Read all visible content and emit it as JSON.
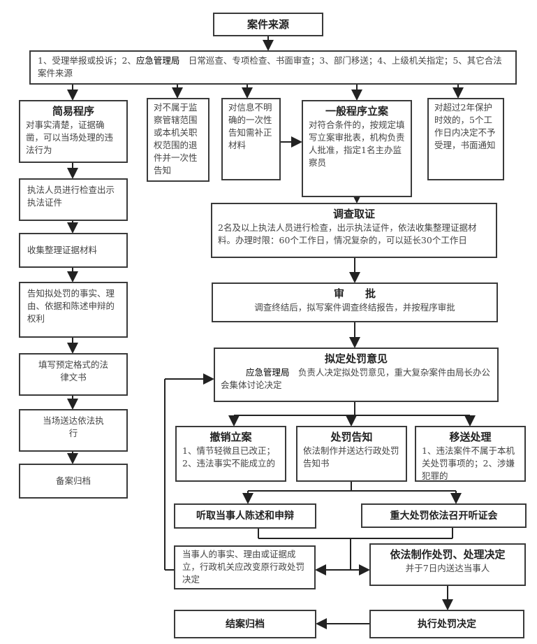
{
  "title": "案件来源",
  "sources": {
    "pre": "1、受理举报或投诉；2、",
    "agency": "应急管理局",
    "post": "　日常巡查、专项检查、书面审查；3、部门移送；4、上级机关指定；5、其它合法案件来源"
  },
  "simple": {
    "title": "简易程序",
    "text": "对事实清楚，证据确凿，可以当场处理的违法行为"
  },
  "simple_steps": [
    "执法人员进行检查出示执法证件",
    "收集整理证据材料",
    "告知拟处罚的事实、理由、依据和陈述申辩的权利",
    "填写预定格式的法律文书",
    "当场送达依法执行",
    "备案归档"
  ],
  "notice_out_of_scope": "对不属于监察管辖范围或本机关职权范围的退件并一次性告知",
  "notice_unclear": "对信息不明确的一次性告知需补正材料",
  "general": {
    "title": "一般程序立案",
    "text": "对符合条件的，按规定填写立案审批表，机构负责人批准，指定1名主办监察员"
  },
  "expired": "对超过2年保护时效的，5个工作日内决定不予受理，书面通知",
  "investigate": {
    "title": "调查取证",
    "text": "2名及以上执法人员进行检查，出示执法证件，依法收集整理证据材料。办理时限：60个工作日，情况复杂的，可以延长30个工作日"
  },
  "approve": {
    "title": "审　　批",
    "text": "调查终结后，拟写案件调查终结报告，并按程序审批"
  },
  "propose": {
    "title": "拟定处罚意见",
    "agency": "应急管理局",
    "text": "　负责人决定拟处罚意见，重大复杂案件由局长办公会集体讨论决定"
  },
  "revoke": {
    "title": "撤销立案",
    "text": "1、情节轻微且已改正；2、违法事实不能成立的"
  },
  "inform": {
    "title": "处罚告知",
    "text": "依法制作并送达行政处罚告知书"
  },
  "transfer": {
    "title": "移送处理",
    "text": "1、违法案件不属于本机关处罚事项的；2、涉嫌犯罪的"
  },
  "hear_statement": "听取当事人陈述和申辩",
  "hearing": "重大处罚依法召开听证会",
  "change": "当事人的事实、理由或证据成立，行政机关应改变原行政处罚决定",
  "decision": {
    "title": "依法制作处罚、处理决定",
    "text": "并于7日内送达当事人"
  },
  "close": "结案归档",
  "execute": "执行处罚决定"
}
